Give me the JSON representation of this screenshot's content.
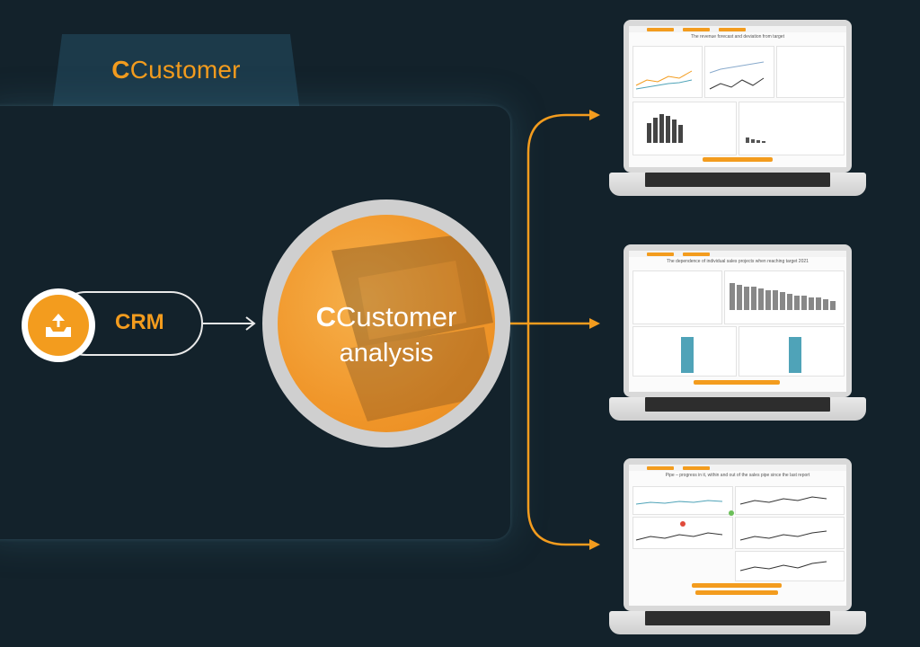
{
  "brand": {
    "name_bold": "C",
    "name_rest": "Customer",
    "accent": "#f39c1e",
    "background": "#13222b",
    "tab_color": "#1c3a4a"
  },
  "source": {
    "label": "CRM",
    "icon": "inbox-upload-icon"
  },
  "analysis": {
    "title_bold": "C",
    "title_rest": "Customer",
    "subtitle": "analysis"
  },
  "outputs": [
    {
      "title": "The revenue forecast and deviation from target"
    },
    {
      "title": "The dependence of individual sales projects when reaching target 2021"
    },
    {
      "title": "Pipe – progress in it, within and out of the sales pipe since the last report"
    }
  ]
}
